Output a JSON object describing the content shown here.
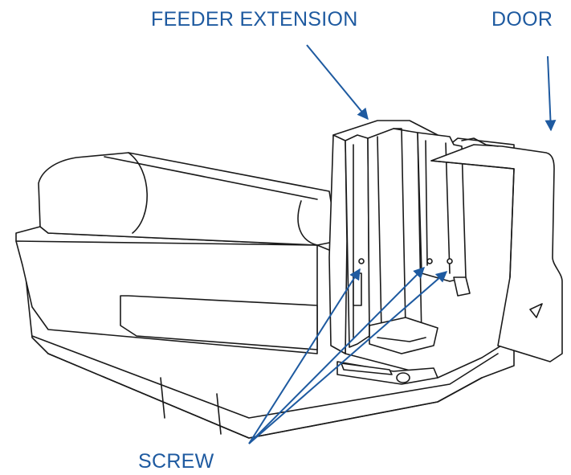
{
  "labels": {
    "feeder_extension": "FEEDER EXTENSION",
    "door": "DOOR",
    "screw": "SCREW"
  },
  "colors": {
    "label": "#1e5aa0",
    "arrow": "#1e5aa0",
    "outline": "#1a1a1a",
    "fill": "#ffffff"
  }
}
